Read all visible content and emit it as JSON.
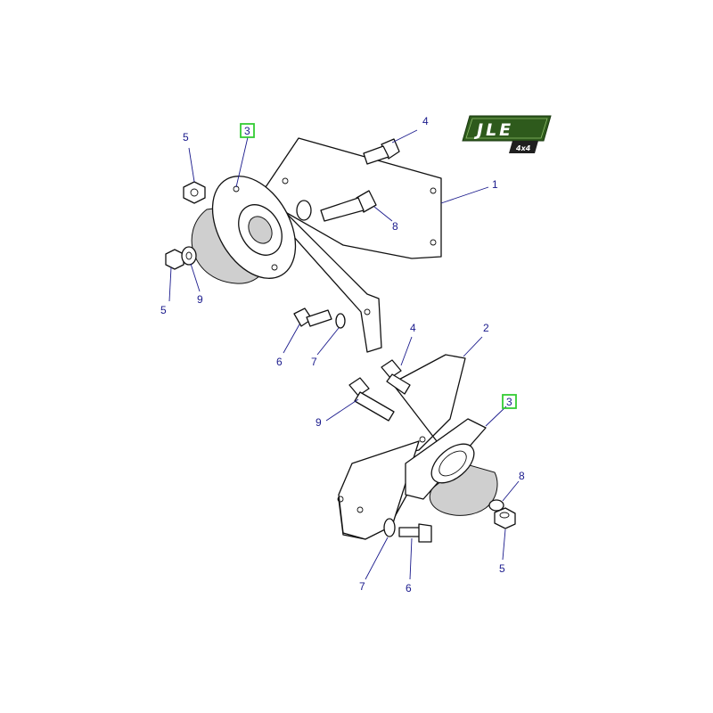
{
  "logo": {
    "text": "JLE",
    "sub": "4x4",
    "color": "#2e5a1c"
  },
  "highlight_color": "#33cc33",
  "callout_color": "#1a1a8c",
  "upper_assembly": {
    "callouts": [
      {
        "id": "u-1",
        "label": "1"
      },
      {
        "id": "u-3",
        "label": "3",
        "highlighted": true
      },
      {
        "id": "u-4",
        "label": "4"
      },
      {
        "id": "u-5a",
        "label": "5"
      },
      {
        "id": "u-5b",
        "label": "5"
      },
      {
        "id": "u-6",
        "label": "6"
      },
      {
        "id": "u-7",
        "label": "7"
      },
      {
        "id": "u-8",
        "label": "8"
      },
      {
        "id": "u-9",
        "label": "9"
      }
    ]
  },
  "lower_assembly": {
    "callouts": [
      {
        "id": "l-2",
        "label": "2"
      },
      {
        "id": "l-3",
        "label": "3",
        "highlighted": true
      },
      {
        "id": "l-4",
        "label": "4"
      },
      {
        "id": "l-5",
        "label": "5"
      },
      {
        "id": "l-6",
        "label": "6"
      },
      {
        "id": "l-7",
        "label": "7"
      },
      {
        "id": "l-8",
        "label": "8"
      },
      {
        "id": "l-9",
        "label": "9"
      }
    ]
  }
}
